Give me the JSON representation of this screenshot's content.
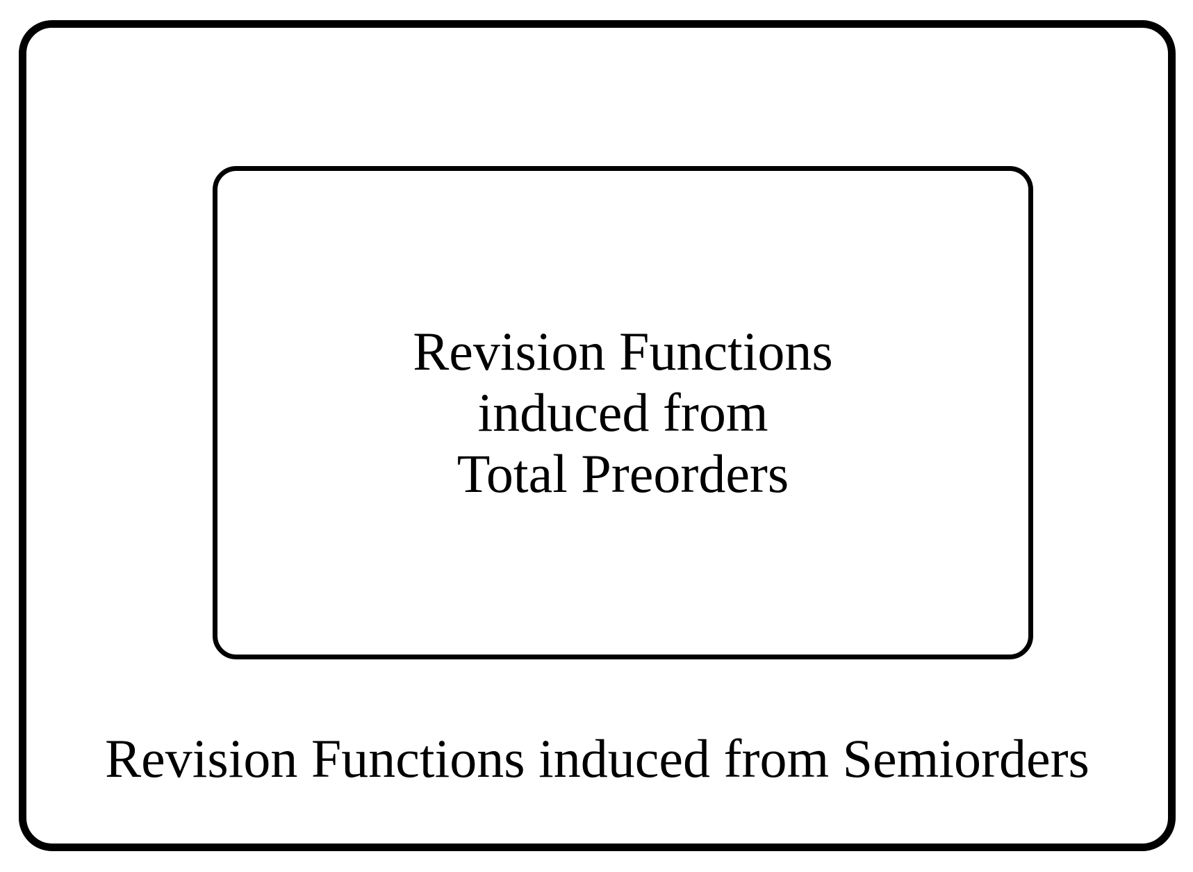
{
  "figure": {
    "background": "#ffffff",
    "border_color": "#000000",
    "text_color": "#000000",
    "outer_set": {
      "label": "Revision Functions induced from Semiorders"
    },
    "inner_set": {
      "lines": [
        "Revision Functions",
        "induced from",
        "Total Preorders"
      ]
    }
  }
}
